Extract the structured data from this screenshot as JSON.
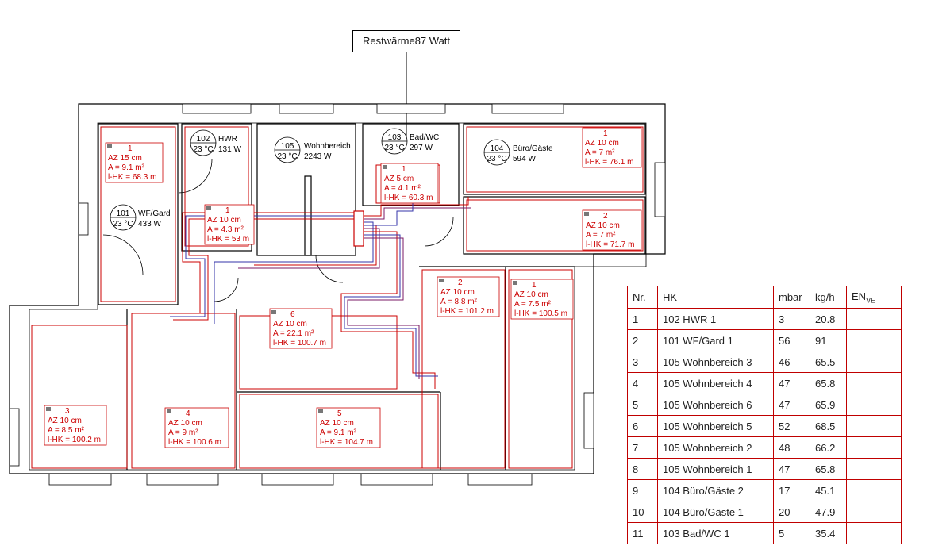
{
  "title": "Restwärme87 Watt",
  "rooms": [
    {
      "id": "102",
      "name": "HWR",
      "temp": "23 °C",
      "power": "131 W"
    },
    {
      "id": "105",
      "name": "Wohnbereich",
      "temp": "23 °C",
      "power": "2243 W"
    },
    {
      "id": "103",
      "name": "Bad/WC",
      "temp": "23 °C",
      "power": "297 W"
    },
    {
      "id": "104",
      "name": "Büro/Gäste",
      "temp": "23 °C",
      "power": "594 W"
    },
    {
      "id": "101",
      "name": "WF/Gard",
      "temp": "23 °C",
      "power": "433 W"
    }
  ],
  "circuits": [
    {
      "nr": "1",
      "az": "AZ 15 cm",
      "a": "A = 9.1 m²",
      "l": "l-HK = 68.3 m"
    },
    {
      "nr": "1",
      "az": "AZ 10 cm",
      "a": "A = 4.3 m²",
      "l": "l-HK = 53 m"
    },
    {
      "nr": "1",
      "az": "AZ 5 cm",
      "a": "A = 4.1 m²",
      "l": "l-HK = 60.3 m"
    },
    {
      "nr": "1",
      "az": "AZ 10 cm",
      "a": "A = 7 m²",
      "l": "l-HK = 76.1 m"
    },
    {
      "nr": "2",
      "az": "AZ 10 cm",
      "a": "A = 7 m²",
      "l": "l-HK = 71.7 m"
    },
    {
      "nr": "2",
      "az": "AZ 10 cm",
      "a": "A = 8.8 m²",
      "l": "l-HK = 101.2 m"
    },
    {
      "nr": "1",
      "az": "AZ 10 cm",
      "a": "A = 7.5 m²",
      "l": "l-HK = 100.5 m"
    },
    {
      "nr": "6",
      "az": "AZ 10 cm",
      "a": "A = 22.1 m²",
      "l": "l-HK = 100.7 m"
    },
    {
      "nr": "3",
      "az": "AZ 10 cm",
      "a": "A = 8.5 m²",
      "l": "l-HK = 100.2 m"
    },
    {
      "nr": "4",
      "az": "AZ 10 cm",
      "a": "A = 9 m²",
      "l": "l-HK = 100.6 m"
    },
    {
      "nr": "5",
      "az": "AZ 10 cm",
      "a": "A = 9.1 m²",
      "l": "l-HK = 104.7 m"
    }
  ],
  "table": {
    "headers": {
      "nr": "Nr.",
      "hk": "HK",
      "mbar": "mbar",
      "kgh": "kg/h",
      "en": "EN",
      "en_sub": "VE"
    },
    "rows": [
      {
        "nr": "1",
        "hk": "102  HWR 1",
        "mbar": "3",
        "kgh": "20.8"
      },
      {
        "nr": "2",
        "hk": "101  WF/Gard 1",
        "mbar": "56",
        "kgh": "91"
      },
      {
        "nr": "3",
        "hk": "105  Wohnbereich 3",
        "mbar": "46",
        "kgh": "65.5"
      },
      {
        "nr": "4",
        "hk": "105  Wohnbereich 4",
        "mbar": "47",
        "kgh": "65.8"
      },
      {
        "nr": "5",
        "hk": "105  Wohnbereich 6",
        "mbar": "47",
        "kgh": "65.9"
      },
      {
        "nr": "6",
        "hk": "105  Wohnbereich 5",
        "mbar": "52",
        "kgh": "68.5"
      },
      {
        "nr": "7",
        "hk": "105  Wohnbereich 2",
        "mbar": "48",
        "kgh": "66.2"
      },
      {
        "nr": "8",
        "hk": "105  Wohnbereich 1",
        "mbar": "47",
        "kgh": "65.8"
      },
      {
        "nr": "9",
        "hk": "104  Büro/Gäste 2",
        "mbar": "17",
        "kgh": "45.1"
      },
      {
        "nr": "10",
        "hk": "104  Büro/Gäste 1",
        "mbar": "20",
        "kgh": "47.9"
      },
      {
        "nr": "11",
        "hk": "103  Bad/WC 1",
        "mbar": "5",
        "kgh": "35.4"
      }
    ]
  }
}
